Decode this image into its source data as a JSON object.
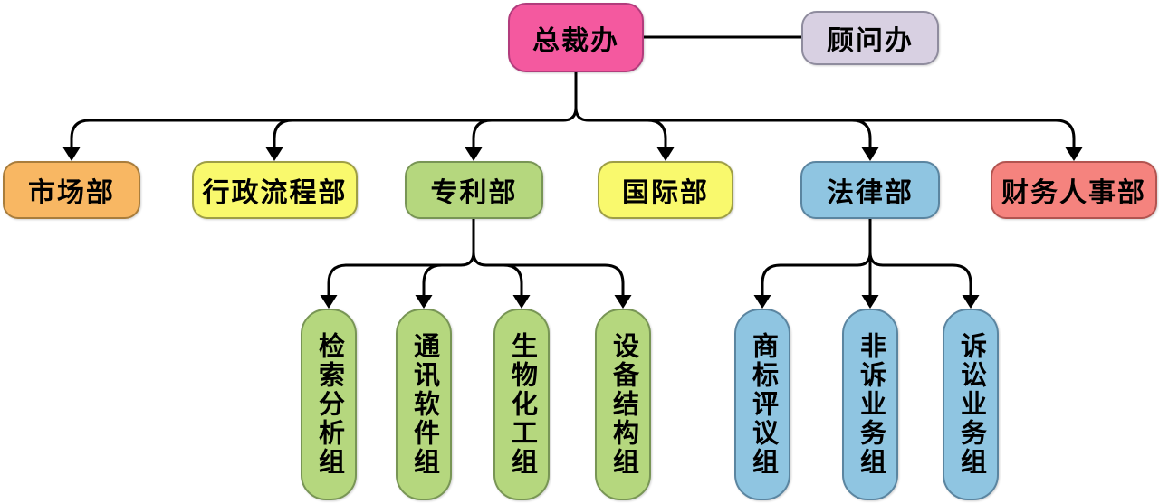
{
  "diagram": {
    "type": "org-chart",
    "background": "#ffffff",
    "line_color": "#000000",
    "palette": {
      "pink": {
        "fill": "#F4599F",
        "border": "#b23c7c"
      },
      "lavender": {
        "fill": "#D8D0E2",
        "border": "#8f8c9e"
      },
      "orange": {
        "fill": "#F8B763",
        "border": "#a97d3c"
      },
      "yellow": {
        "fill": "#F9F96D",
        "border": "#9e9e46"
      },
      "green": {
        "fill": "#B5D77E",
        "border": "#789555"
      },
      "blue": {
        "fill": "#8FC5E1",
        "border": "#5b85a0"
      },
      "salmon": {
        "fill": "#F5837E",
        "border": "#b25450"
      }
    },
    "nodes": {
      "ceo": {
        "label": "总裁办",
        "color": "pink"
      },
      "advisor": {
        "label": "顾问办",
        "color": "lavender"
      },
      "departments": [
        {
          "label": "市场部",
          "color": "orange"
        },
        {
          "label": "行政流程部",
          "color": "yellow"
        },
        {
          "label": "专利部",
          "color": "green"
        },
        {
          "label": "国际部",
          "color": "yellow"
        },
        {
          "label": "法律部",
          "color": "blue"
        },
        {
          "label": "财务人事部",
          "color": "salmon"
        }
      ],
      "patent_groups": [
        {
          "label": "检索分析组",
          "color": "green"
        },
        {
          "label": "通讯软件组",
          "color": "green"
        },
        {
          "label": "生物化工组",
          "color": "green"
        },
        {
          "label": "设备结构组",
          "color": "green"
        }
      ],
      "legal_groups": [
        {
          "label": "商标评议组",
          "color": "blue"
        },
        {
          "label": "非诉业务组",
          "color": "blue"
        },
        {
          "label": "诉讼业务组",
          "color": "blue"
        }
      ]
    },
    "edges": [
      {
        "from": "总裁办",
        "to": "顾问办",
        "style": "plain"
      },
      {
        "from": "总裁办",
        "to": "市场部",
        "style": "arrow"
      },
      {
        "from": "总裁办",
        "to": "行政流程部",
        "style": "arrow"
      },
      {
        "from": "总裁办",
        "to": "专利部",
        "style": "arrow"
      },
      {
        "from": "总裁办",
        "to": "国际部",
        "style": "arrow"
      },
      {
        "from": "总裁办",
        "to": "法律部",
        "style": "arrow"
      },
      {
        "from": "总裁办",
        "to": "财务人事部",
        "style": "arrow"
      },
      {
        "from": "专利部",
        "to": "检索分析组",
        "style": "arrow"
      },
      {
        "from": "专利部",
        "to": "通讯软件组",
        "style": "arrow"
      },
      {
        "from": "专利部",
        "to": "生物化工组",
        "style": "arrow"
      },
      {
        "from": "专利部",
        "to": "设备结构组",
        "style": "arrow"
      },
      {
        "from": "法律部",
        "to": "商标评议组",
        "style": "arrow"
      },
      {
        "from": "法律部",
        "to": "非诉业务组",
        "style": "arrow"
      },
      {
        "from": "法律部",
        "to": "诉讼业务组",
        "style": "arrow"
      }
    ]
  }
}
